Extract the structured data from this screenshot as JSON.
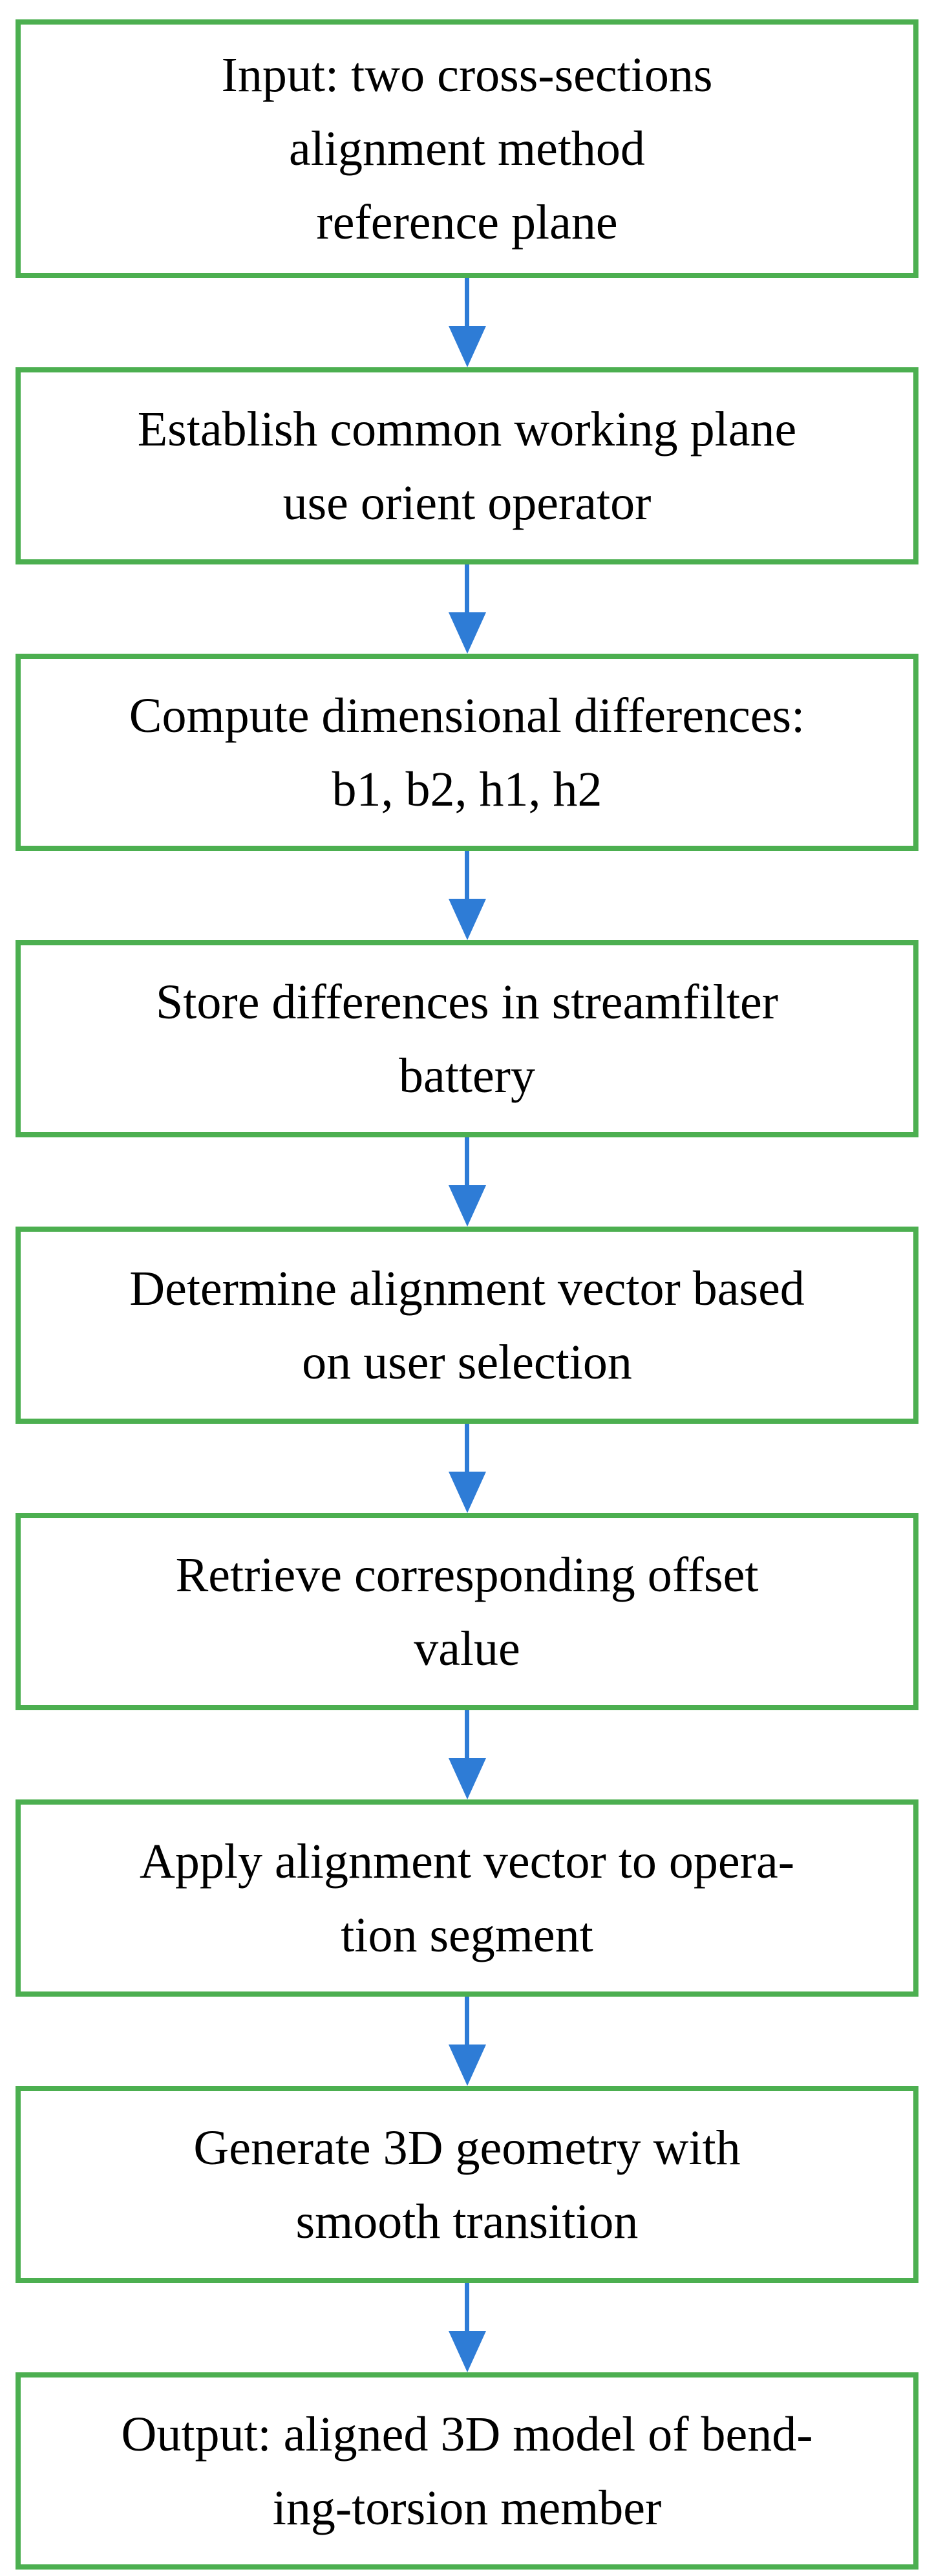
{
  "diagram": {
    "type": "flowchart",
    "direction": "top-down",
    "colors": {
      "box_border": "#4CAF50",
      "box_fill": "#FFFFFF",
      "arrow": "#2E7CD6",
      "text": "#000000"
    },
    "steps": [
      {
        "lines": [
          "Input: two cross-sections",
          "alignment method",
          "reference plane"
        ]
      },
      {
        "lines": [
          "Establish common working plane",
          "use orient operator"
        ]
      },
      {
        "lines": [
          "Compute dimensional differences:",
          "b1, b2, h1, h2"
        ]
      },
      {
        "lines": [
          "Store differences in streamfilter",
          "battery"
        ]
      },
      {
        "lines": [
          "Determine alignment vector based",
          "on user selection"
        ]
      },
      {
        "lines": [
          "Retrieve corresponding offset",
          "value"
        ]
      },
      {
        "lines": [
          "Apply alignment vector to opera-",
          "tion segment"
        ]
      },
      {
        "lines": [
          "Generate 3D geometry with",
          "smooth transition"
        ]
      },
      {
        "lines": [
          "Output: aligned 3D model of bend-",
          "ing-torsion member"
        ]
      }
    ]
  }
}
